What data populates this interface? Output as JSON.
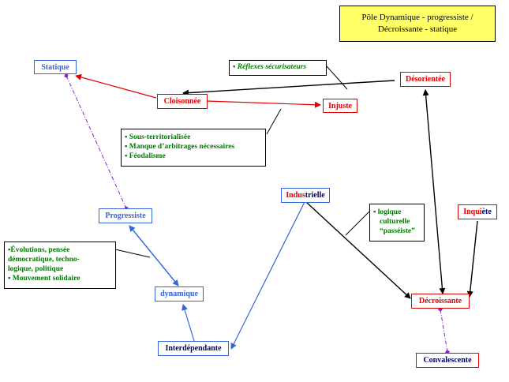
{
  "legend": {
    "line1": "Pôle Dynamique - progressiste /",
    "line2": "Décroissante - statique"
  },
  "nodes": {
    "statique": "Statique",
    "cloisonnee": "Cloisonnée",
    "injuste": "Injuste",
    "desorientee": "Désorientée",
    "industrielle_a": "Indus",
    "industrielle_b": "trielle",
    "progressiste": "Progressiste",
    "dynamique": "dynamique",
    "interdependante": "Interdépendante",
    "inquiete_a": "Inqui",
    "inquiete_b": "ète",
    "decroissante": "Décroissante",
    "convalescente": "Convalescente"
  },
  "notes": {
    "reflexes": {
      "bullet": "▪",
      "text": "Réflexes sécurisateurs"
    },
    "cloisonnee_causes": [
      {
        "bullet": "▪",
        "text": "Sous-territorialisée"
      },
      {
        "bullet": "▪",
        "text": "Manque d’arbitrages nécessaires"
      },
      {
        "bullet": "▪",
        "text": "Féodalisme"
      }
    ],
    "logique": {
      "bullet": "▪",
      "line1": "logique",
      "line2": "culturelle",
      "line3": "“passéiste”"
    },
    "evolutions": {
      "bullet": "▪",
      "line1": "Évolutions, pensée",
      "line2": "démocratique, techno-",
      "line3": "logique, politique",
      "bullet2": "▪",
      "line4": "Mouvement solidaire"
    }
  },
  "colors": {
    "red": "#e00000",
    "blue": "#3366dd",
    "navy": "#000066",
    "green": "#007a00",
    "purple": "#8822cc",
    "legend_bg": "#ffff66"
  }
}
